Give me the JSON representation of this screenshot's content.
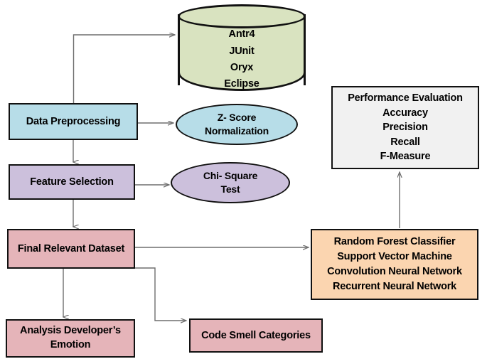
{
  "diagram": {
    "title": "Code Smell Detection Methodology Flowchart",
    "colors": {
      "blue_fill": "#b7dde8",
      "purple_fill": "#ccc0dc",
      "green_fill": "#d9e3c0",
      "pink_fill": "#e5b4b9",
      "orange_fill": "#fbd5b0",
      "grey_fill": "#f1f1f1",
      "stroke": "#111111",
      "edge_stroke": "#6e6e6e",
      "background": "#ffffff"
    },
    "nodes": {
      "datasets": {
        "shape": "cylinder",
        "lines": [
          "Antr4",
          "JUnit",
          "Oryx",
          "Eclipse"
        ]
      },
      "data_preprocessing": {
        "shape": "rectangle",
        "label": "Data Preprocessing"
      },
      "z_score": {
        "shape": "ellipse",
        "lines": [
          "Z- Score",
          "Normalization"
        ]
      },
      "feature_selection": {
        "shape": "rectangle",
        "label": "Feature Selection"
      },
      "chi_square": {
        "shape": "ellipse",
        "lines": [
          "Chi- Square",
          "Test"
        ]
      },
      "final_relevant_dataset": {
        "shape": "rectangle",
        "label": "Final Relevant Dataset"
      },
      "analysis_developers_emotion": {
        "shape": "rectangle",
        "lines": [
          "Analysis Developer’s",
          "Emotion"
        ]
      },
      "code_smell_categories": {
        "shape": "rectangle",
        "label": "Code Smell Categories"
      },
      "classifiers": {
        "shape": "rectangle",
        "lines": [
          "Random Forest Classifier",
          "Support Vector Machine",
          "Convolution Neural Network",
          "Recurrent Neural Network"
        ]
      },
      "performance_evaluation": {
        "shape": "rectangle",
        "lines": [
          "Performance Evaluation",
          "Accuracy",
          "Precision",
          "Recall",
          "F-Measure"
        ]
      }
    },
    "edges": [
      {
        "from": "data_preprocessing",
        "to": "datasets",
        "style": "elbow-up-right",
        "arrow": true
      },
      {
        "from": "data_preprocessing",
        "to": "z_score",
        "style": "straight-right",
        "arrow": true
      },
      {
        "from": "data_preprocessing",
        "to": "feature_selection",
        "style": "straight-down",
        "arrow": true
      },
      {
        "from": "feature_selection",
        "to": "chi_square",
        "style": "straight-right",
        "arrow": true
      },
      {
        "from": "feature_selection",
        "to": "final_relevant_dataset",
        "style": "straight-down",
        "arrow": true
      },
      {
        "from": "final_relevant_dataset",
        "to": "classifiers",
        "style": "straight-right",
        "arrow": true
      },
      {
        "from": "final_relevant_dataset",
        "to": "analysis_developers_emotion",
        "style": "straight-down",
        "arrow": true
      },
      {
        "from": "final_relevant_dataset",
        "to": "code_smell_categories",
        "style": "elbow-down-right",
        "arrow": true
      },
      {
        "from": "classifiers",
        "to": "performance_evaluation",
        "style": "straight-up",
        "arrow": true
      }
    ]
  }
}
